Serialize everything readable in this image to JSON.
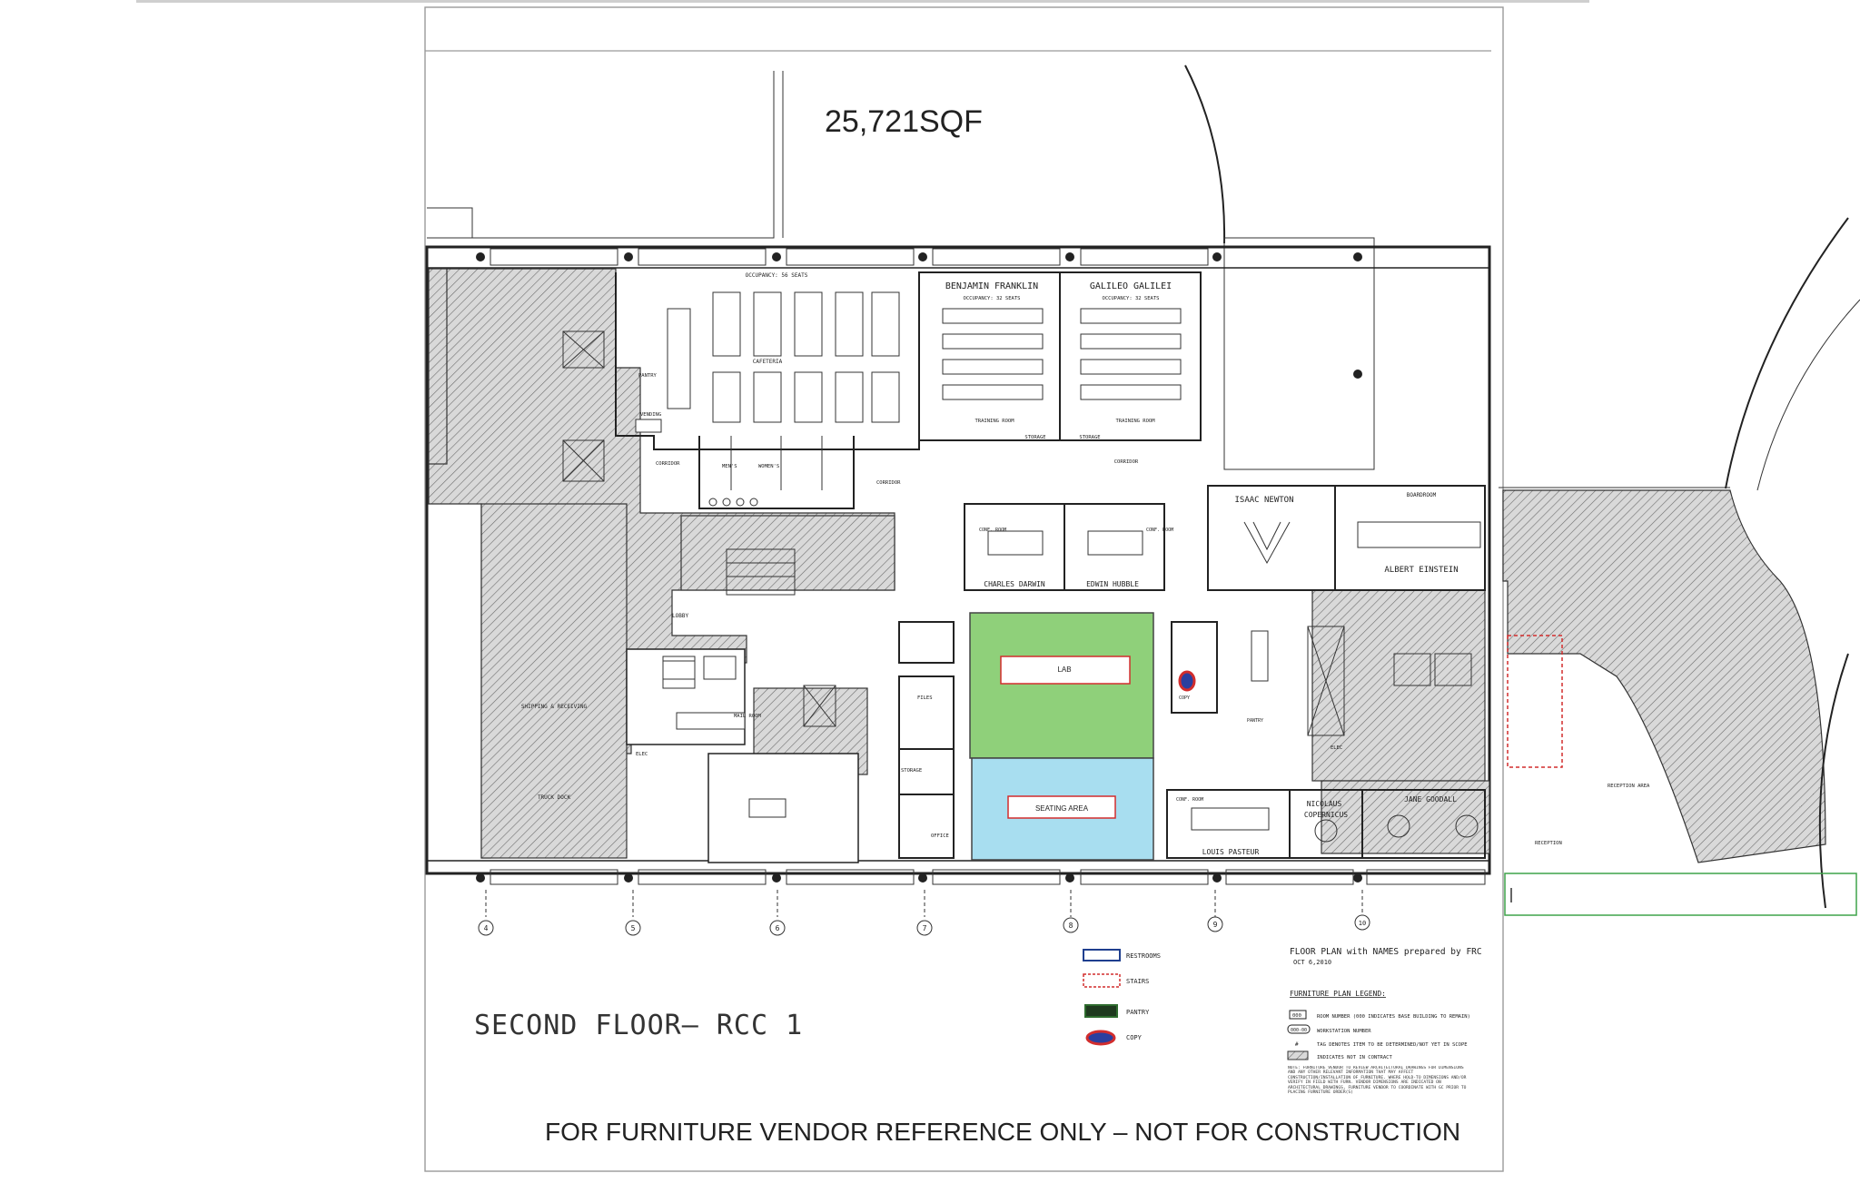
{
  "sheet": {
    "area_label": "25,721SQF",
    "floor_title": "SECOND FLOOR—  RCC 1",
    "disclaimer": "FOR FURNITURE VENDOR REFERENCE ONLY – NOT FOR CONSTRUCTION",
    "prepared_by": "FLOOR PLAN with NAMES prepared by FRC",
    "prepared_date": "OCT 6,2010"
  },
  "rooms": {
    "benjamin_franklin": "BENJAMIN FRANKLIN",
    "galileo_galilei": "GALILEO GALILEI",
    "isaac_newton": "ISAAC NEWTON",
    "albert_einstein": "ALBERT EINSTEIN",
    "charles_darwin": "CHARLES DARWIN",
    "edwin_hubble": "EDWIN HUBBLE",
    "nicolaus_copernicus_1": "NICOLAUS",
    "nicolaus_copernicus_2": "COPERNICUS",
    "jane_goodall": "JANE GOODALL",
    "louis_pasteur": "LOUIS PASTEUR",
    "lab": "LAB",
    "seating_area": "SEATING AREA",
    "cafeteria": "CAFETERIA",
    "pantry": "PANTRY",
    "vending": "VENDING",
    "corridor": "CORRIDOR",
    "training_room": "TRAINING ROOM",
    "storage": "STORAGE",
    "boardroom": "BOARDROOM",
    "conf_room": "CONF. ROOM",
    "mens": "MEN'S",
    "womens": "WOMEN'S",
    "lobby": "LOBBY",
    "shipping_receiving": "SHIPPING & RECEIVING",
    "truck_dock": "TRUCK DOCK",
    "mail_room": "MAIL ROOM",
    "office": "OFFICE",
    "files": "FILES",
    "copy": "COPY",
    "elec": "ELEC",
    "reception_area": "RECEPTION AREA",
    "reception": "RECEPTION",
    "occupancy_56": "OCCUPANCY: 56 SEATS",
    "occupancy_32": "OCCUPANCY: 32 SEATS"
  },
  "grid_labels": [
    "4",
    "5",
    "6",
    "7",
    "8",
    "9",
    "10"
  ],
  "legend": {
    "items": [
      {
        "label": "RESTROOMS",
        "color": "#1f3f8f",
        "fill": "#ffffff",
        "dashed": false
      },
      {
        "label": "STAIRS",
        "color": "#d22d2d",
        "fill": "#ffffff",
        "dashed": true
      },
      {
        "label": "PANTRY",
        "color": "#2e6b2e",
        "fill": "#1f3a1f",
        "dashed": false
      },
      {
        "label": "COPY",
        "color": "#d22d2d",
        "fill": "#2b3f9f",
        "dashed": false
      }
    ],
    "furniture_title": "FURNITURE PLAN LEGEND:",
    "furniture_items": [
      {
        "symbol": "000",
        "label": "ROOM NUMBER (000 INDICATES BASE BUILDING TO REMAIN)"
      },
      {
        "symbol": "000-00",
        "label": "WORKSTATION NUMBER"
      },
      {
        "symbol": "#",
        "label": "TAG DENOTES ITEM TO BE DETERMINED/NOT YET IN SCOPE"
      },
      {
        "symbol": "",
        "label": "INDICATES NOT IN CONTRACT"
      }
    ],
    "note": "NOTE: FURNITURE VENDOR TO REVIEW ARCHITECTURAL DRAWINGS FOR DIMENSIONS AND ANY OTHER RELEVANT INFORMATION THAT MAY AFFECT CONSTRUCTION/INSTALLATION OF FURNITURE. WHERE HOLD-TO DIMENSIONS AND/OR VERIFY IN FIELD WITH FURN. VENDOR DIMENSIONS ARE INDICATED ON ARCHITECTURAL DRAWINGS, FURNITURE VENDOR TO COORDINATE WITH GC PRIOR TO PLACING FURNITURE ORDER(S)"
  },
  "colors": {
    "lab_fill": "#8fd07a",
    "seating_fill": "#a8def0",
    "label_box_stroke": "#d22d2d",
    "green_box_stroke": "#3fa44a"
  }
}
